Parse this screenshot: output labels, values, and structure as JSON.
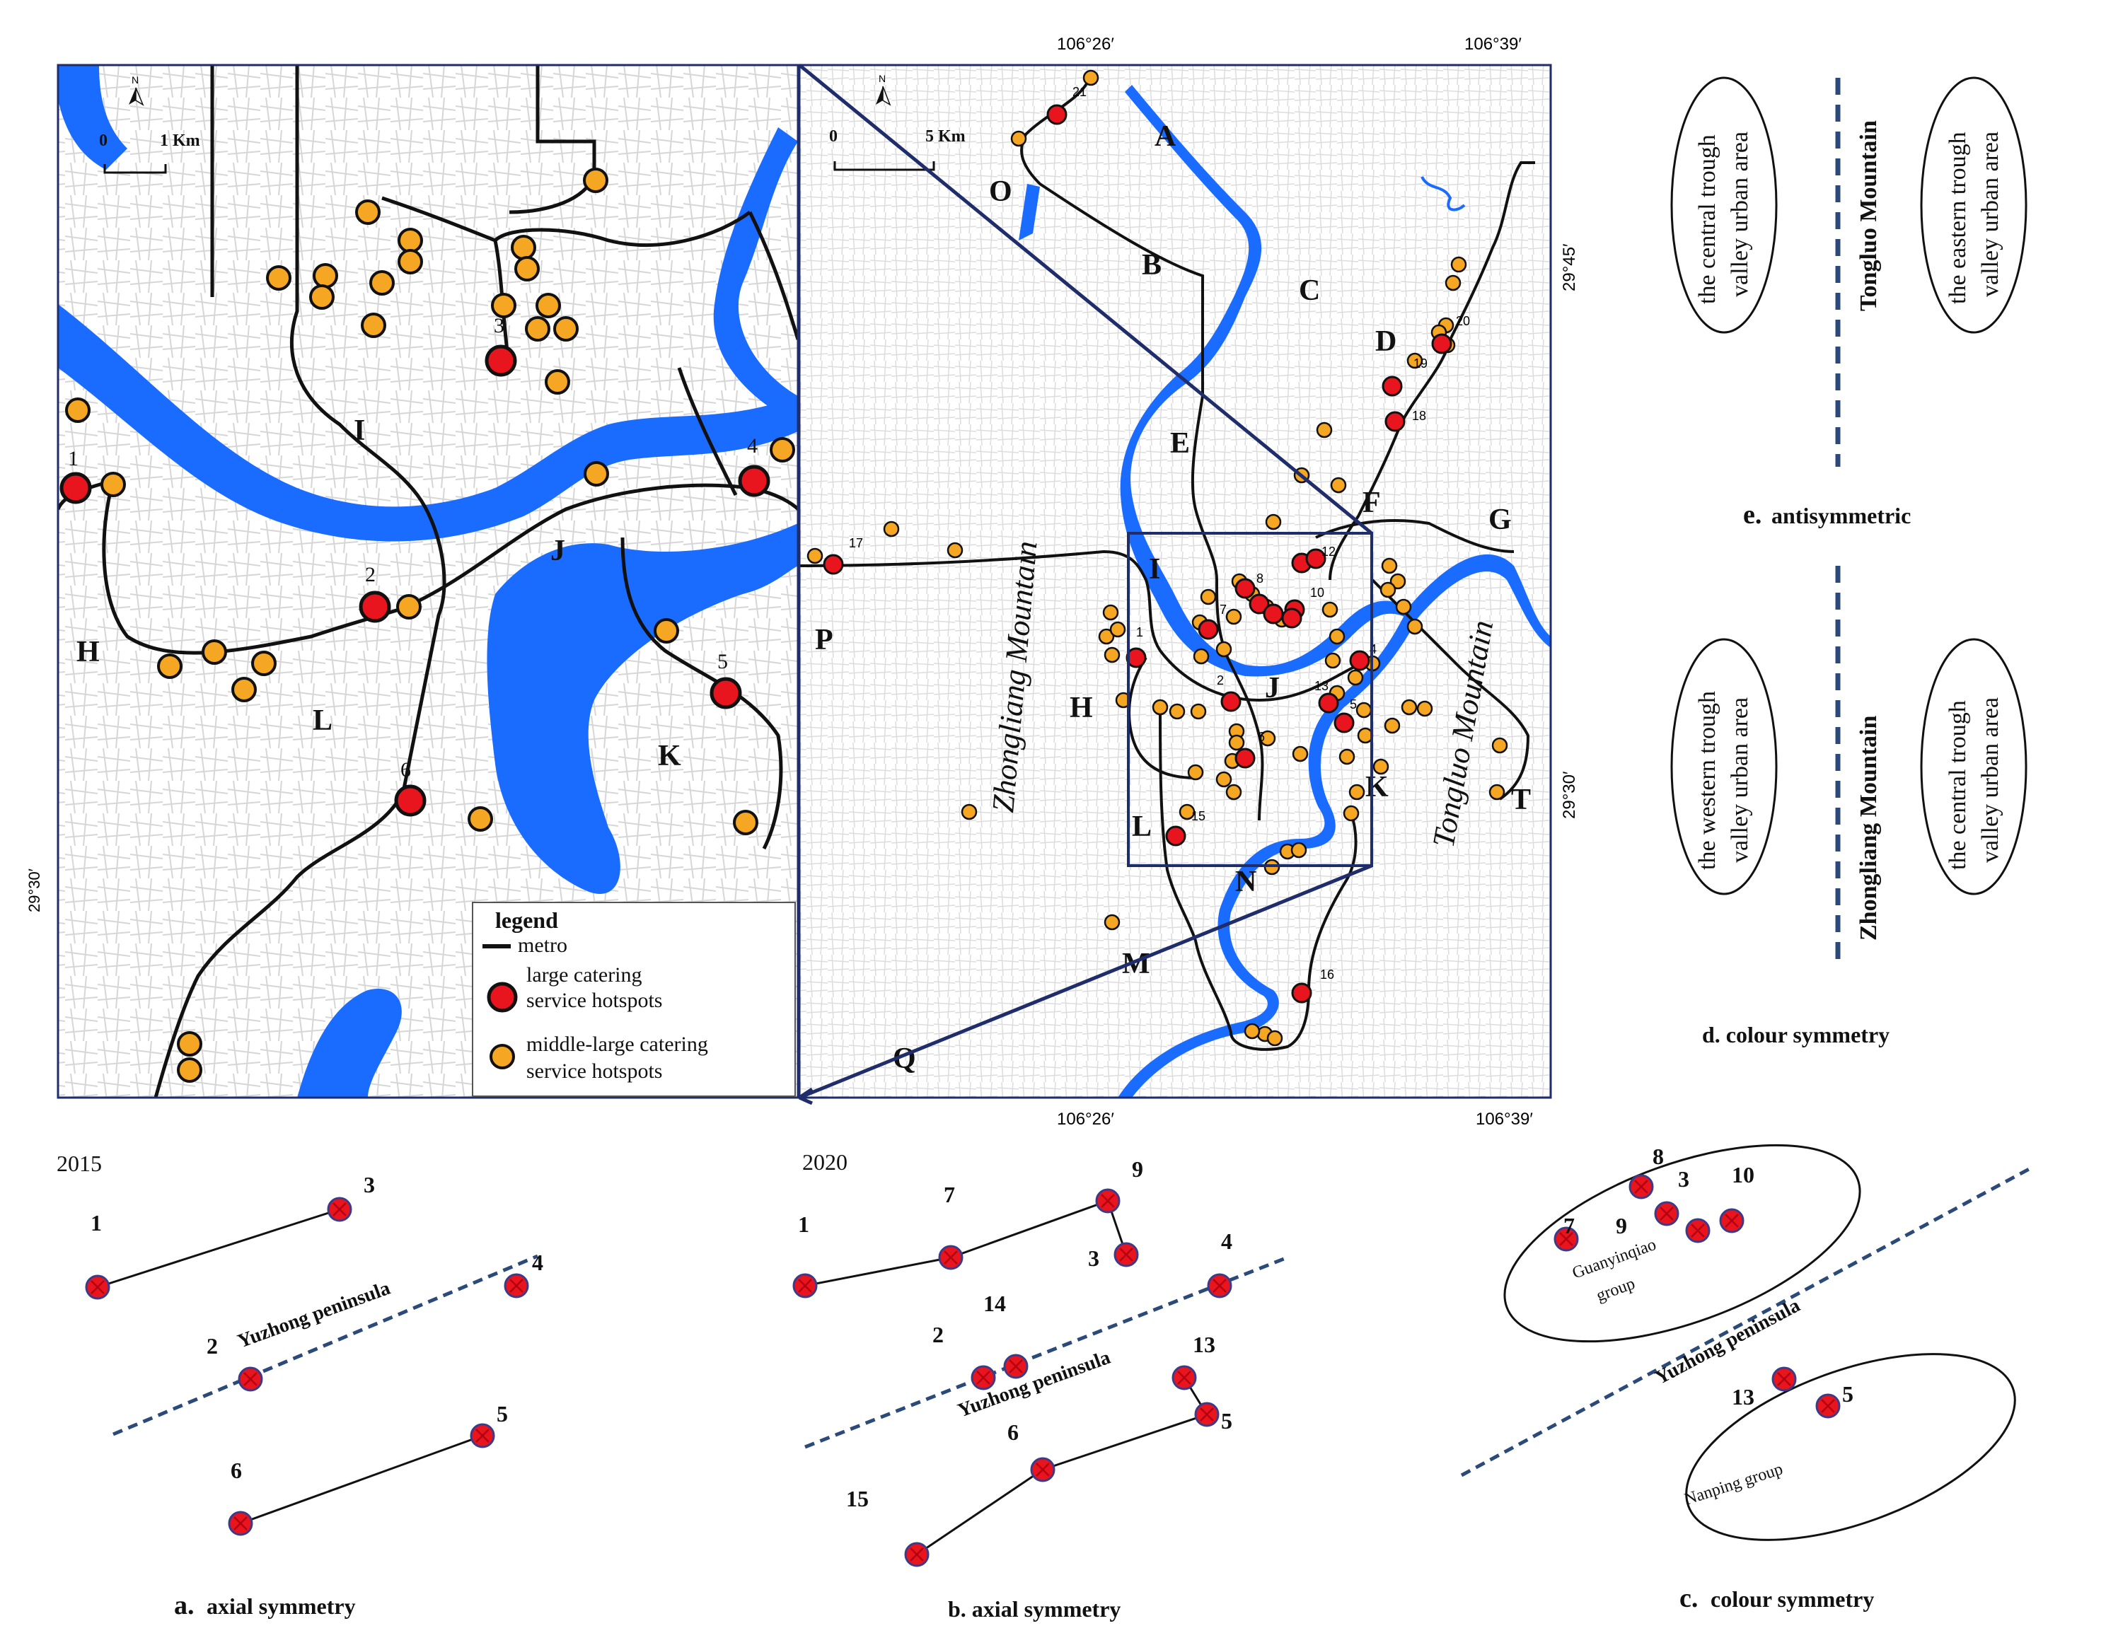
{
  "left_map": {
    "scale": {
      "zero": "0",
      "end": "1 Km",
      "north": "N"
    },
    "lat_label": "29°30′",
    "zones": [
      "I",
      "J",
      "H",
      "L",
      "K"
    ],
    "large_hotspots": [
      "1",
      "2",
      "3",
      "4",
      "5",
      "6"
    ],
    "legend": {
      "title": "legend",
      "metro": "metro",
      "large_line1": "large catering",
      "large_line2": "service hotspots",
      "middle_line1": "middle-large catering",
      "middle_line2": "service hotspots"
    }
  },
  "right_map": {
    "scale": {
      "zero": "0",
      "end": "5 Km",
      "north": "N"
    },
    "lon_top_left": "106°26′",
    "lon_top_right": "106°39′",
    "lon_bottom_left": "106°26′",
    "lon_bottom_right": "106°39′",
    "lat_top": "29°45′",
    "lat_bottom": "29°30′",
    "mountain_left": "Zhongliang Mountain",
    "mountain_right": "Tongluo Mountain",
    "zones": [
      "A",
      "B",
      "C",
      "D",
      "E",
      "F",
      "G",
      "H",
      "I",
      "J",
      "K",
      "L",
      "M",
      "N",
      "O",
      "P",
      "Q",
      "T"
    ],
    "hotspot_numbers": [
      "21",
      "20",
      "19",
      "18",
      "17",
      "16",
      "15",
      "13",
      "12",
      "10",
      "8",
      "7",
      "6",
      "5",
      "4",
      "2",
      "1"
    ]
  },
  "panel_a": {
    "year": "2015",
    "points": [
      "1",
      "3",
      "2",
      "4",
      "6",
      "5"
    ],
    "axis_label": "Yuzhong peninsula",
    "caption_letter": "a.",
    "caption_text": "axial symmetry"
  },
  "panel_b": {
    "year": "2020",
    "points": [
      "1",
      "7",
      "9",
      "3",
      "4",
      "14",
      "2",
      "13",
      "5",
      "6",
      "15"
    ],
    "axis_label": "Yuzhong peninsula",
    "caption": "b. axial symmetry"
  },
  "panel_c": {
    "points_top": [
      "8",
      "3",
      "10",
      "7",
      "9"
    ],
    "group_top_line1": "Guanyinqiao",
    "group_top_line2": "group",
    "axis_label": "Yuzhong peninsula",
    "points_bottom": [
      "13",
      "5"
    ],
    "group_bottom": "Nanping group",
    "caption_letter": "c.",
    "caption_text": "colour symmetry"
  },
  "panel_d": {
    "left_oval_line1": "the western trough",
    "left_oval_line2": "valley urban area",
    "right_oval_line1": "the central trough",
    "right_oval_line2": "valley urban area",
    "axis_label": "Zhongliang Mountain",
    "caption": "d. colour symmetry"
  },
  "panel_e": {
    "left_oval_line1": "the central trough",
    "left_oval_line2": "valley urban area",
    "right_oval_line1": "the eastern trough",
    "right_oval_line2": "valley urban area",
    "axis_label": "Tongluo Mountain",
    "caption_letter": "e.",
    "caption_text": "antisymmetric"
  },
  "colors": {
    "river": "#1a6bff",
    "metro": "#111111",
    "large_hotspot": "#e8141e",
    "middle_hotspot": "#f5a623",
    "frame": "#1f2d6b",
    "dashed_axis": "#2b4a7a",
    "road": "#cfcfcf"
  }
}
